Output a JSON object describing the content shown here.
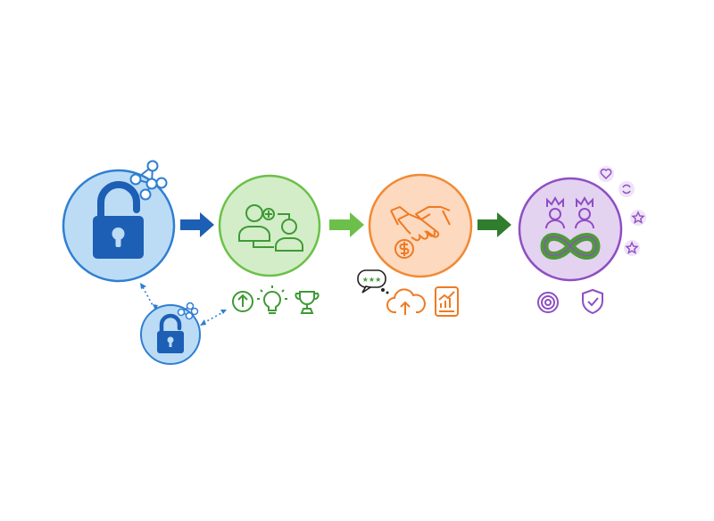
{
  "colors": {
    "blue": "#2f7fd1",
    "blue_fill": "#bcdcf6",
    "blue_dark": "#1c5fb5",
    "green": "#6cc04a",
    "green_fill": "#d3edc8",
    "green_dark": "#2f7d2d",
    "orange": "#f08a35",
    "orange_fill": "#fcd9bf",
    "purple": "#8e4fc3",
    "purple_fill": "#e4d2f1"
  },
  "stages": [
    {
      "id": "unlock",
      "icon": "open-padlock-icon",
      "color": "blue"
    },
    {
      "id": "connect",
      "icon": "two-users-add-icon",
      "color": "green"
    },
    {
      "id": "deal",
      "icon": "handshake-dollar-icon",
      "color": "orange"
    },
    {
      "id": "loyalty",
      "icon": "crowned-users-infinity-icon",
      "color": "purple"
    }
  ],
  "satellite": {
    "icon": "small-open-padlock-icon",
    "color": "blue"
  },
  "sub_icons": {
    "connect": [
      "upload-circle-icon",
      "lightbulb-icon",
      "trophy-icon"
    ],
    "deal": [
      "speech-bubble-stars-icon",
      "cloud-upload-icon",
      "tablet-chart-icon"
    ],
    "loyalty": [
      "spiral-icon",
      "shield-check-icon"
    ],
    "loyalty_badges": [
      "heart-icon",
      "refresh-icon",
      "star-icon",
      "star-icon"
    ]
  }
}
